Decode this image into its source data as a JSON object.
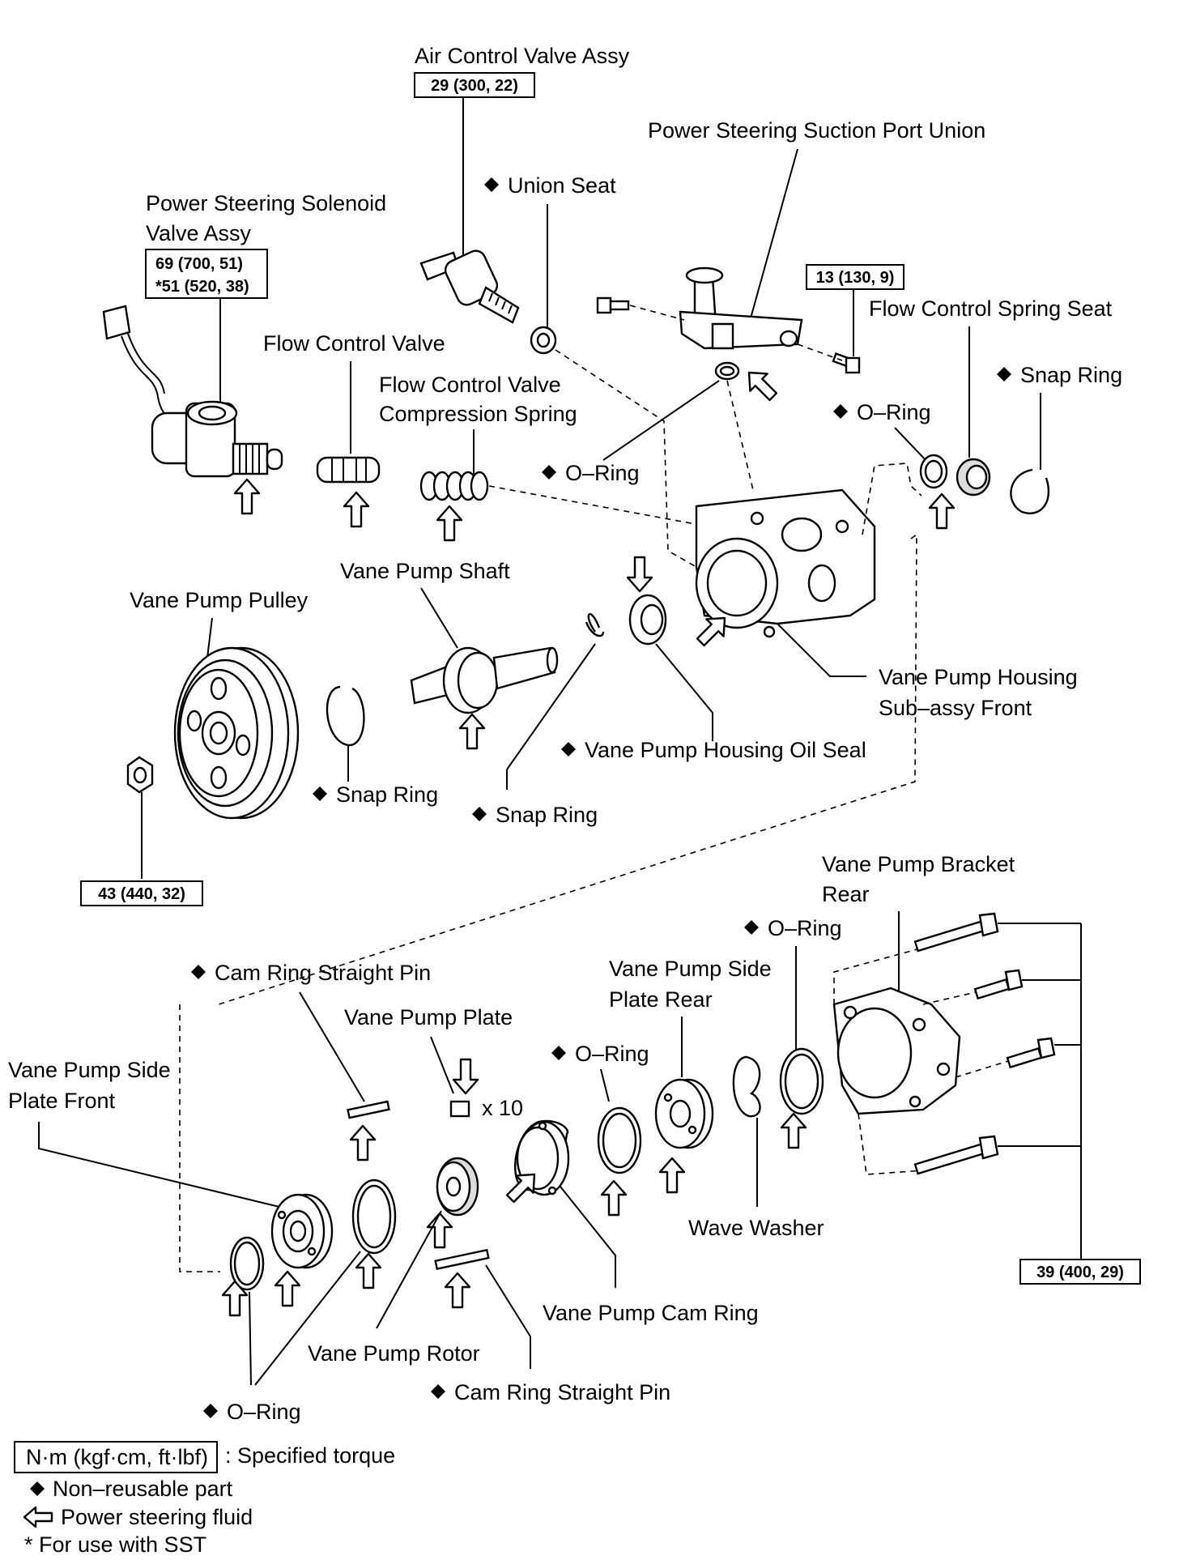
{
  "labels": {
    "air_control_valve": "Air Control Valve Assy",
    "union_seat": "Union Seat",
    "suction_port_union": "Power Steering Suction Port Union",
    "solenoid_valve_1": "Power Steering Solenoid",
    "solenoid_valve_2": "Valve Assy",
    "flow_control_valve": "Flow Control Valve",
    "fcv_spring_1": "Flow  Control  Valve",
    "fcv_spring_2": "Compression Spring",
    "flow_spring_seat": "Flow Control Spring Seat",
    "snap_ring_top": "Snap Ring",
    "o_ring_top_right": "O–Ring",
    "o_ring_union": "O–Ring",
    "vane_pump_shaft": "Vane Pump Shaft",
    "vane_pump_pulley": "Vane Pump Pulley",
    "housing_1": "Vane  Pump  Housing",
    "housing_2": "Sub–assy Front",
    "housing_oil_seal": "Vane Pump Housing Oil Seal",
    "snap_ring_pulley": "Snap Ring",
    "snap_ring_shaft": "Snap Ring",
    "bracket_1": "Vane  Pump  Bracket",
    "bracket_2": "Rear",
    "o_ring_bracket": "O–Ring",
    "cam_pin_top": "Cam Ring Straight Pin",
    "side_plate_rear_1": "Vane Pump Side",
    "side_plate_rear_2": "Plate Rear",
    "vane_plate": "Vane Pump Plate",
    "vane_plate_qty": "x 10",
    "o_ring_mid": "O–Ring",
    "side_plate_front_1": "Vane Pump Side",
    "side_plate_front_2": "Plate Front",
    "wave_washer": "Wave Washer",
    "cam_ring": "Vane Pump Cam Ring",
    "rotor": "Vane Pump Rotor",
    "cam_pin_bottom": "Cam Ring Straight Pin",
    "o_ring_bottom": "O–Ring"
  },
  "torques": {
    "air_control_valve": "29 (300, 22)",
    "solenoid_1": "69 (700, 51)",
    "solenoid_2": "*51 (520, 38)",
    "union_bolt": "13 (130, 9)",
    "pulley_nut": "43 (440, 32)",
    "bracket_bolts": "39 (400, 29)"
  },
  "symbols": {
    "non_reusable": "◆",
    "non_reusable_icon": "diamond-icon",
    "fluid_icon": "hollow-arrow-icon"
  },
  "legend": {
    "torque_box": "N·m (kgf·cm, ft·lbf)",
    "torque_desc": ": Specified torque",
    "non_reusable": "Non–reusable part",
    "fluid": "Power steering fluid",
    "sst": "* For use with SST"
  }
}
